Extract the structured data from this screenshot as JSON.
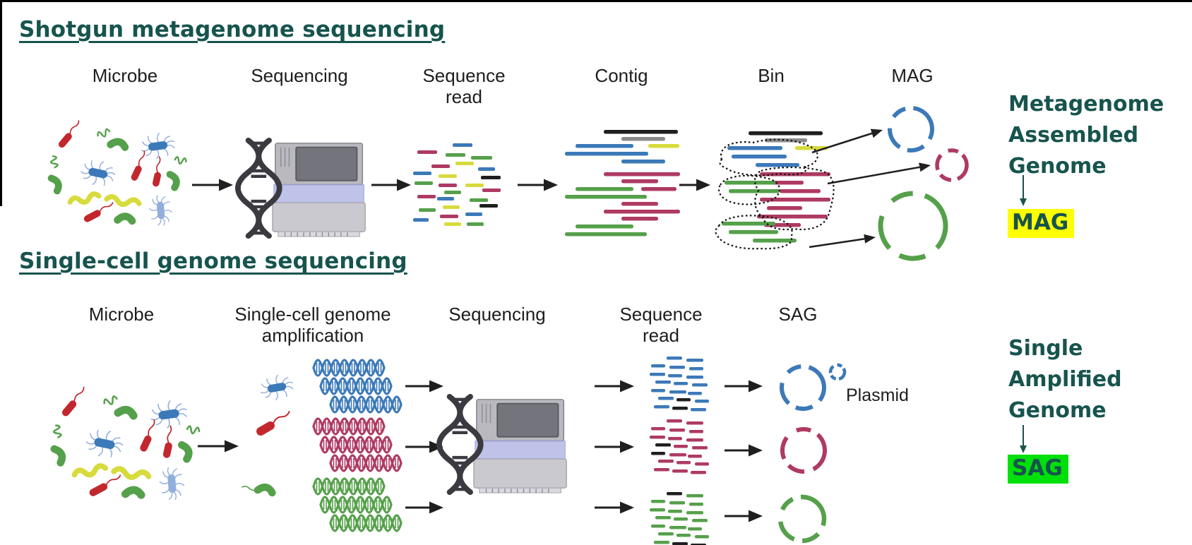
{
  "palette": {
    "teal": "#17544E",
    "blue": "#3C79B8",
    "pink": "#AE3A63",
    "green": "#55A04A",
    "yellow": "#D7DB3C",
    "dark": "#1F1F1F",
    "grey": "#8A8A8A",
    "red": "#C2272D",
    "lightblue": "#92AEDC",
    "dna_dark": "#3A3A40",
    "highlight_yellow": "#FFFF00",
    "highlight_green": "#00E00A"
  },
  "shotgun": {
    "title": "Shotgun metagenome sequencing ",
    "labels": {
      "microbe": "Microbe",
      "sequencing": "Sequencing",
      "sequence_read": "Sequence\nread",
      "contig": "Contig",
      "bin": "Bin",
      "mag": "MAG"
    },
    "note": {
      "text": "Metagenome\nAssembled\nGenome",
      "abbr": "MAG"
    }
  },
  "single_cell": {
    "title": "Single-cell genome sequencing",
    "labels": {
      "microbe": "Microbe",
      "amplification": "Single-cell genome\namplification",
      "sequencing": "Sequencing",
      "sequence_read": "Sequence\nread",
      "sag": "SAG",
      "plasmid": "Plasmid"
    },
    "note": {
      "text": "Single\nAmplified\nGenome",
      "abbr": "SAG"
    }
  }
}
